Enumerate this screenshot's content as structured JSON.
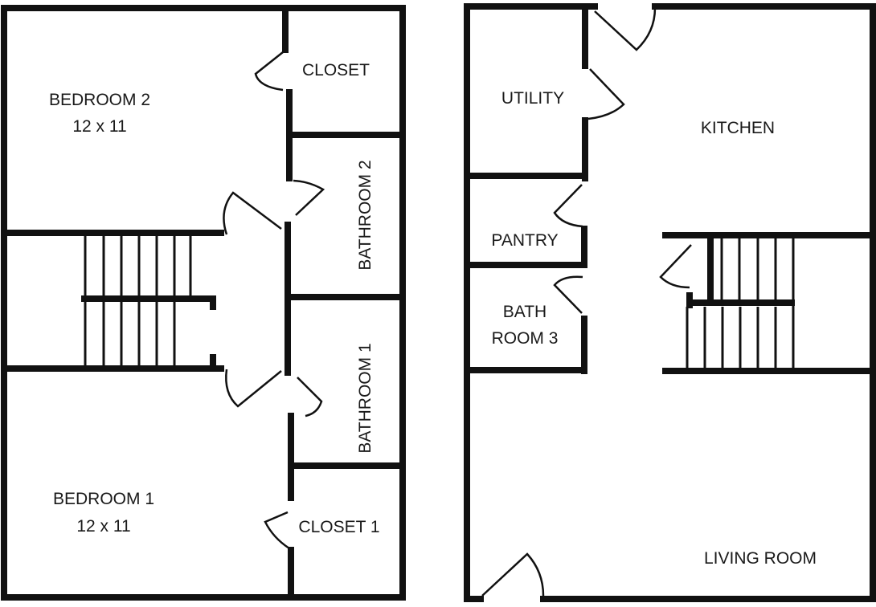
{
  "upper_floor": {
    "bedroom_2": {
      "name": "BEDROOM 2",
      "size": "12 x 11"
    },
    "closet": "CLOSET",
    "bathroom_2": "BATHROOM 2",
    "bathroom_1": "BATHROOM 1",
    "bedroom_1": {
      "name": "BEDROOM 1",
      "size": "12 x 11"
    },
    "closet_1": "CLOSET 1"
  },
  "lower_floor": {
    "utility": "UTILITY",
    "kitchen": "KITCHEN",
    "pantry": "PANTRY",
    "bath_room_3": {
      "line1": "BATH",
      "line2": "ROOM 3"
    },
    "living_room": "LIVING ROOM"
  }
}
